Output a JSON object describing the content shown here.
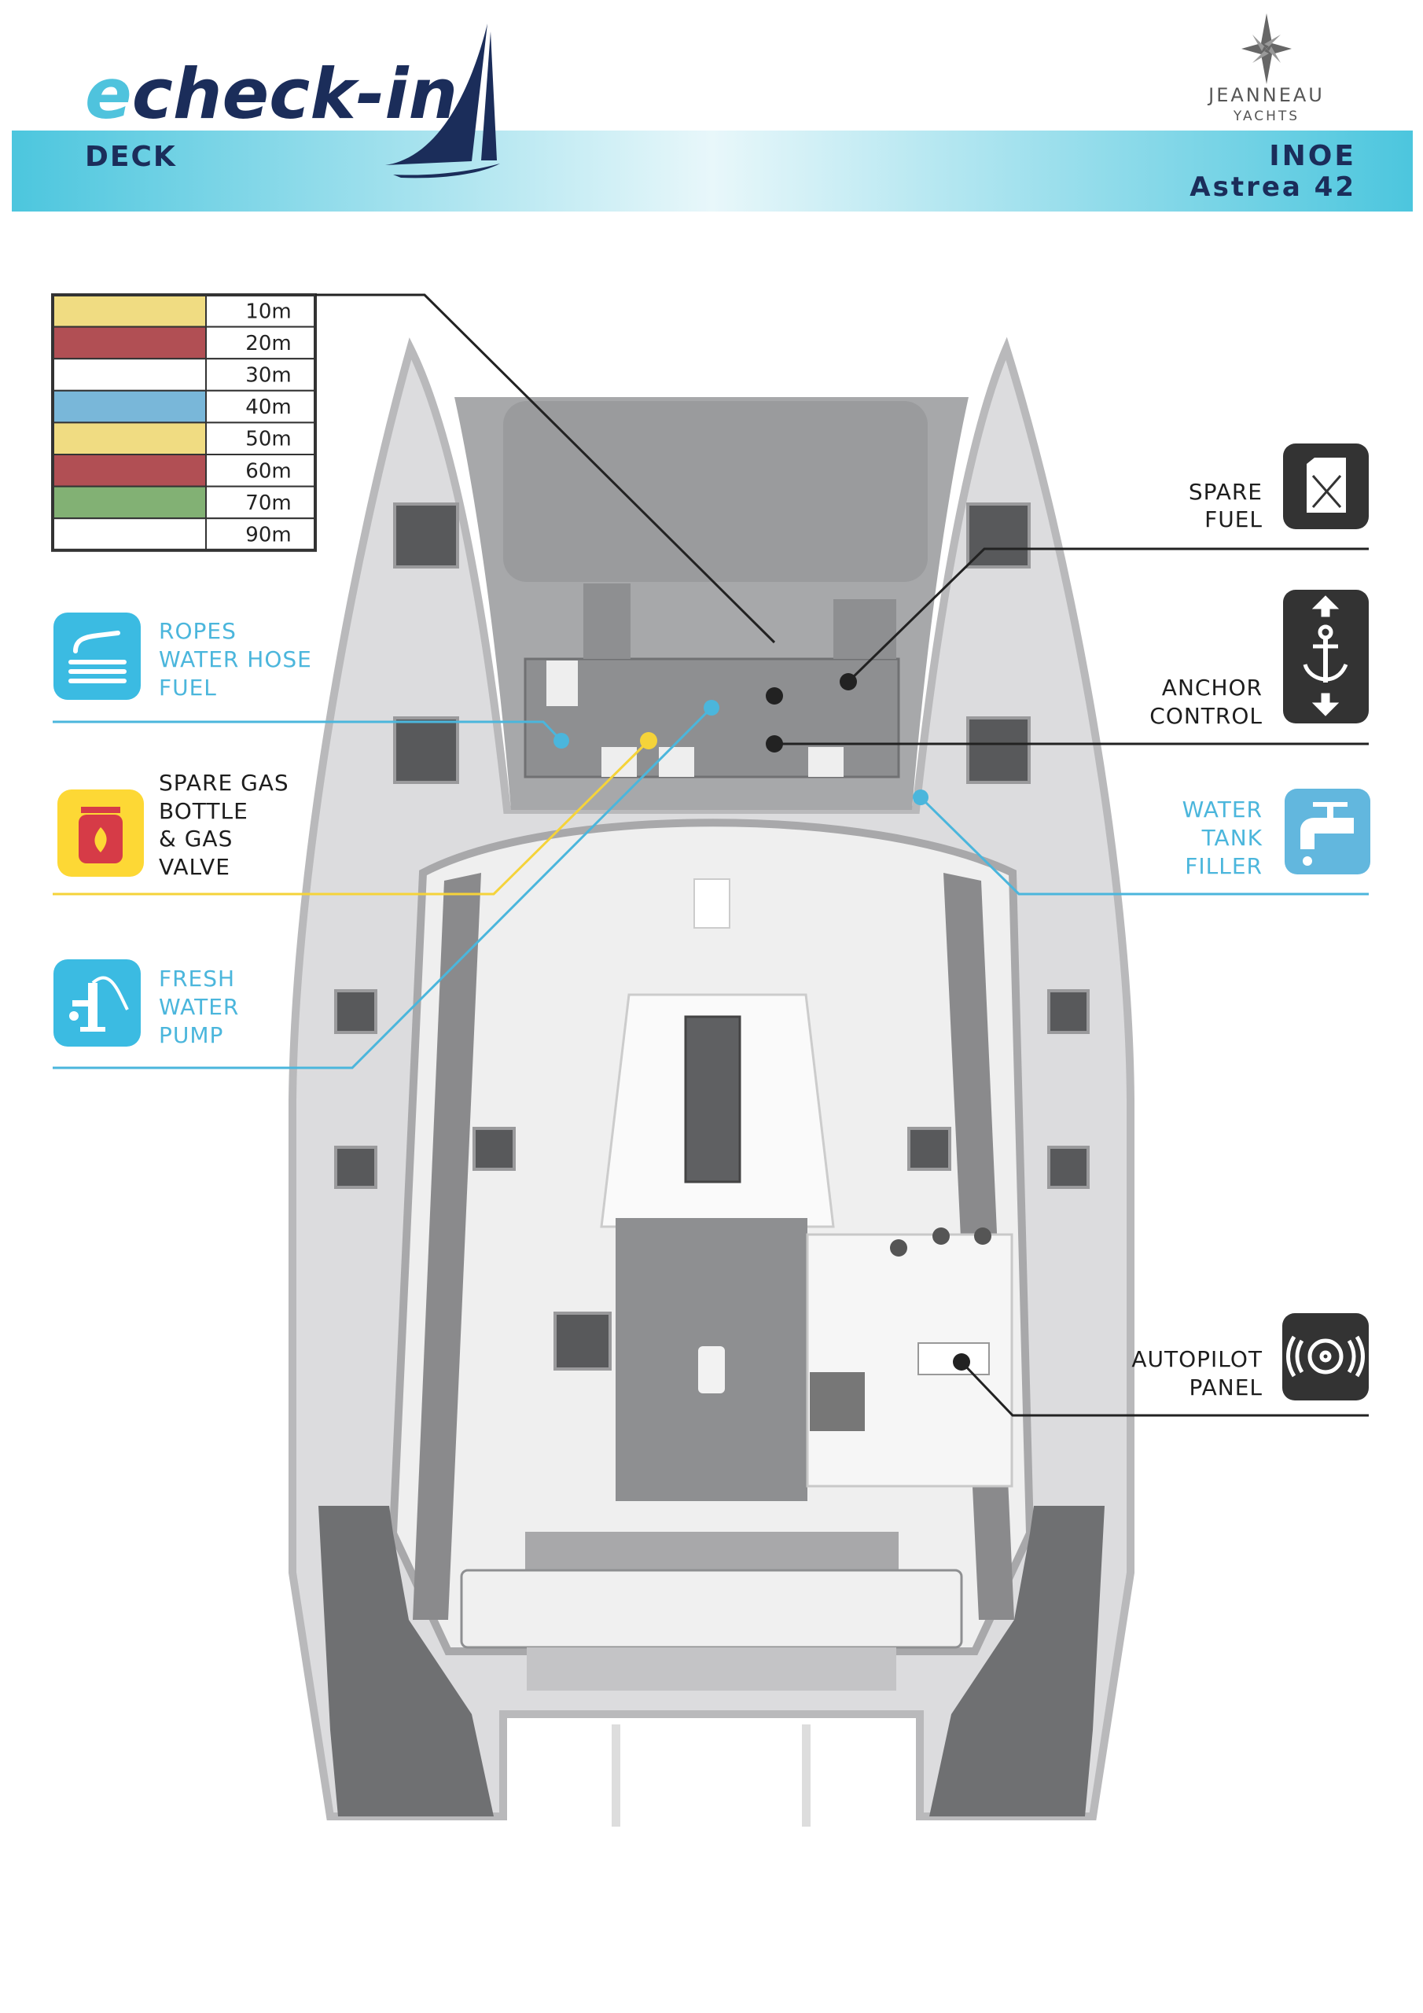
{
  "header": {
    "logo_prefix": "e",
    "logo_main": "check-in",
    "section": "DECK",
    "brand": "JEANNEAU",
    "brand_sub": "YACHTS",
    "boat_name": "INOE",
    "boat_model": "Astrea 42"
  },
  "colors": {
    "navy": "#1b2d5a",
    "cyan": "#4fc3dd",
    "callout_blue": "#4bb6dc",
    "callout_yellow": "#f5d33a",
    "callout_dark": "#333333"
  },
  "chain_legend": {
    "rows": [
      {
        "color": "#f0dc82",
        "label": "10m"
      },
      {
        "color": "#b14f54",
        "label": "20m"
      },
      {
        "color": "#ffffff",
        "label": "30m"
      },
      {
        "color": "#79b7d9",
        "label": "40m"
      },
      {
        "color": "#f0dc82",
        "label": "50m"
      },
      {
        "color": "#b14f54",
        "label": "60m"
      },
      {
        "color": "#82b174",
        "label": "70m"
      },
      {
        "color": "#ffffff",
        "label": "90m"
      }
    ]
  },
  "callouts": {
    "ropes": {
      "icon": "hose-icon",
      "lines": [
        "ROPES",
        "WATER HOSE",
        "FUEL"
      ]
    },
    "gas": {
      "icon": "gas-bottle-icon",
      "lines": [
        "SPARE GAS",
        "BOTTLE",
        "& GAS",
        "VALVE"
      ]
    },
    "pump": {
      "icon": "water-pump-icon",
      "lines": [
        "FRESH",
        "WATER",
        "PUMP"
      ]
    },
    "spare_fuel": {
      "icon": "jerrycan-icon",
      "lines": [
        "SPARE",
        "FUEL"
      ]
    },
    "anchor": {
      "icon": "anchor-icon",
      "lines": [
        "ANCHOR",
        "CONTROL"
      ]
    },
    "water_tank": {
      "icon": "faucet-icon",
      "lines": [
        "WATER",
        "TANK",
        "FILLER"
      ]
    },
    "autopilot": {
      "icon": "steering-wheel-icon",
      "lines": [
        "AUTOPILOT",
        "PANEL"
      ]
    }
  }
}
